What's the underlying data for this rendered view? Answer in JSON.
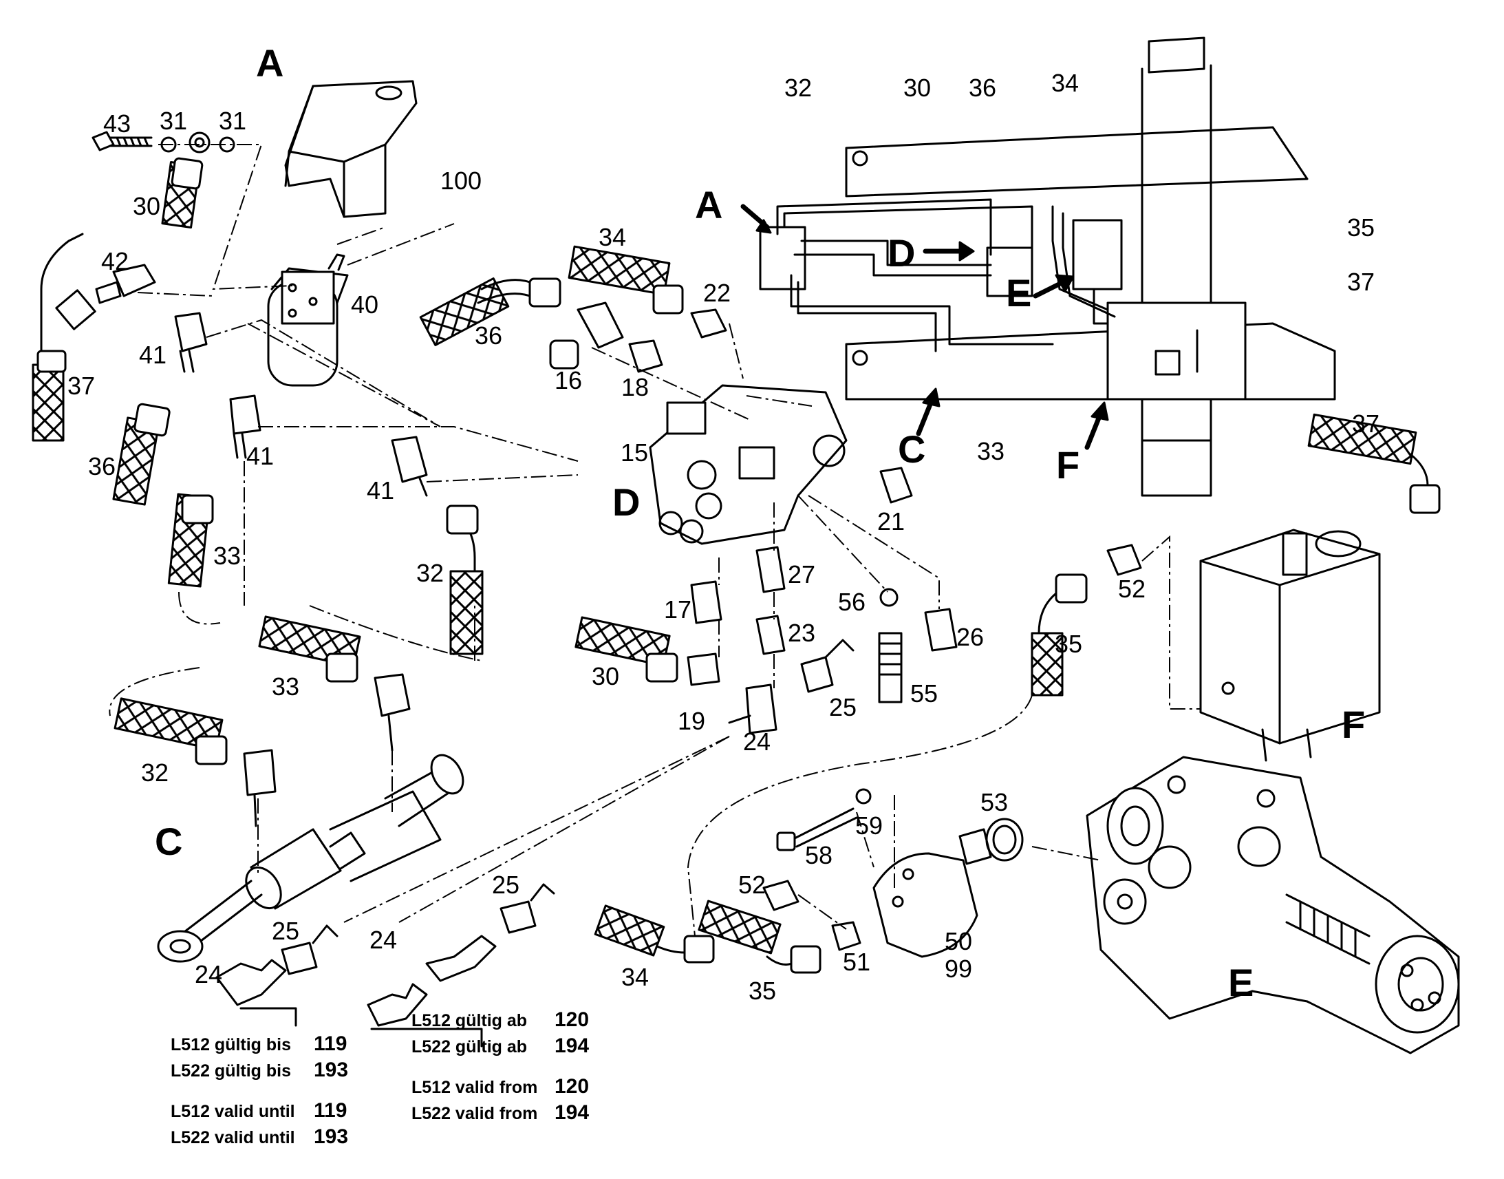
{
  "section_letters": {
    "A_top": "A",
    "A_arrow": "A",
    "D_arrow": "D",
    "E_arrow": "E",
    "C_arrow": "C",
    "F_arrow": "F",
    "D_valve": "D",
    "C_cylinder": "C",
    "F_tank": "F",
    "E_axle": "E"
  },
  "part_numbers": {
    "p43": "43",
    "p31a": "31",
    "p31b": "31",
    "p30a": "30",
    "p100": "100",
    "p42": "42",
    "p40": "40",
    "p41a": "41",
    "p37a": "37",
    "p36a": "36",
    "p41b": "41",
    "p41c": "41",
    "p33a": "33",
    "p32a": "32",
    "p33b": "33",
    "p32b": "32",
    "p34a": "34",
    "p36b": "36",
    "p22": "22",
    "p16": "16",
    "p18": "18",
    "p15": "15",
    "p21": "21",
    "p27": "27",
    "p17": "17",
    "p23": "23",
    "p56": "56",
    "p26": "26",
    "p30b": "30",
    "p19": "19",
    "p24a": "24",
    "p25a": "25",
    "p55": "55",
    "p32c": "32",
    "p30c": "30",
    "p36c": "36",
    "p34b": "34",
    "p35a": "35",
    "p37b": "37",
    "p33c": "33",
    "p37c": "37",
    "p52a": "52",
    "p35b": "35",
    "p25b": "25",
    "p24b": "24",
    "p24c": "24",
    "p25c": "25",
    "p53": "53",
    "p59": "59",
    "p58": "58",
    "p52b": "52",
    "p51": "51",
    "p50": "50",
    "p99": "99",
    "p34c": "34",
    "p35c": "35"
  },
  "notes": {
    "left": [
      {
        "text": "L512 gültig bis",
        "num": "119"
      },
      {
        "text": "L522 gültig bis",
        "num": "193"
      },
      {
        "text": "L512 valid until",
        "num": "119"
      },
      {
        "text": "L522 valid until",
        "num": "193"
      }
    ],
    "right": [
      {
        "text": "L512 gültig ab",
        "num": "120"
      },
      {
        "text": "L522 gültig ab",
        "num": "194"
      },
      {
        "text": "L512 valid from",
        "num": "120"
      },
      {
        "text": "L522 valid from",
        "num": "194"
      }
    ]
  }
}
